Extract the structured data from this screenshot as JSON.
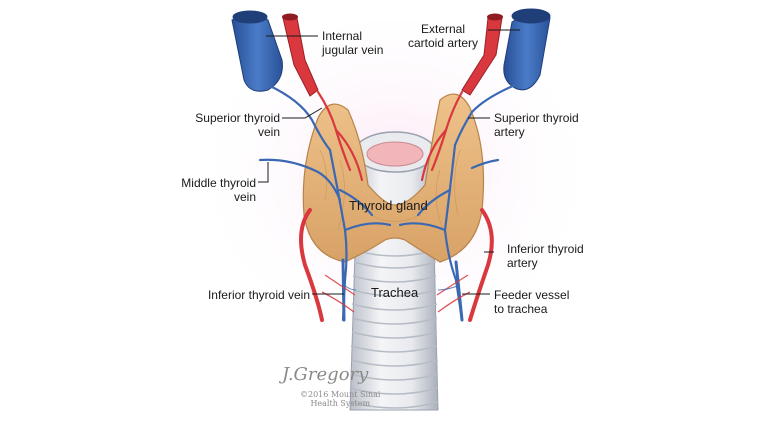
{
  "labels": {
    "internal_jugular_vein": [
      "Internal",
      "jugular vein"
    ],
    "external_carotid_artery": [
      "External",
      "cartoid artery"
    ],
    "superior_thyroid_vein": [
      "Superior thyroid",
      "vein"
    ],
    "superior_thyroid_artery": [
      "Superior thyroid",
      "artery"
    ],
    "middle_thyroid_vein": [
      "Middle thyroid",
      "vein"
    ],
    "thyroid_gland": "Thyroid gland",
    "inferior_thyroid_artery": [
      "Inferior thyroid",
      "artery"
    ],
    "inferior_thyroid_vein": "Inferior thyroid vein",
    "trachea": "Trachea",
    "feeder_vessel": [
      "Feeder vessel",
      "to trachea"
    ]
  },
  "signature": "J.Gregory",
  "copyright": [
    "©2016 Mount Sinai",
    "Health System"
  ],
  "colors": {
    "vein": "#3b68b3",
    "artery": "#d9383e",
    "gland": "#e8b97a",
    "trachea": "#e6e8ec",
    "lumen": "#f2b5b9"
  }
}
